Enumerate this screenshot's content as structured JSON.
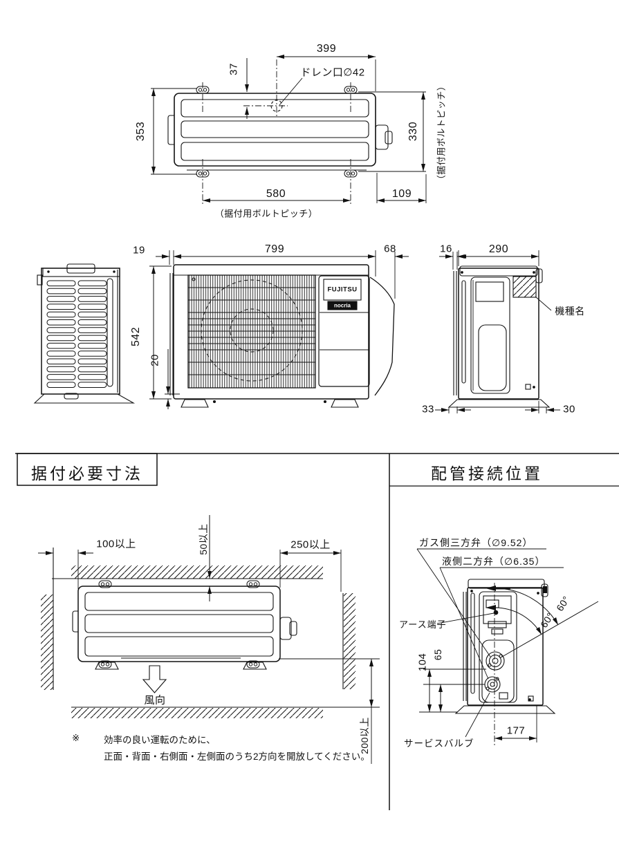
{
  "sections": {
    "top_view": {
      "d399": "399",
      "d37": "37",
      "drain_label": "ドレン口∅42",
      "d353": "353",
      "d330": "330",
      "bolt_pitch_side": "（据付用ボルトピッチ）",
      "d580": "580",
      "bolt_pitch_bottom": "（据付用ボルトピッチ）",
      "d109": "109"
    },
    "front_views": {
      "d19": "19",
      "d799": "799",
      "d68": "68",
      "d16": "16",
      "d290": "290",
      "d542": "542",
      "d20": "20",
      "d33": "33",
      "d30": "30",
      "model_name_label": "機種名",
      "brand": "FUJITSU",
      "brand_sub": "nocria"
    },
    "installation": {
      "header": "据付必要寸法",
      "d100": "100以上",
      "d50": "50以上",
      "d250": "250以上",
      "d200": "200以上",
      "wind_label": "風向",
      "note_mark": "※",
      "note_line1": "効率の良い運転のために、",
      "note_line2": "正面・背面・右側面・左側面のうち2方向を開放してください。"
    },
    "piping": {
      "header": "配管接続位置",
      "gas_valve": "ガス側三方弁（∅9.52）",
      "liquid_valve": "液側二方弁（∅6.35）",
      "earth_terminal": "アース端子",
      "service_valve": "サービスバルブ",
      "d104": "104",
      "d65": "65",
      "d177": "177",
      "angle1": "60°",
      "angle2": "60°"
    }
  }
}
